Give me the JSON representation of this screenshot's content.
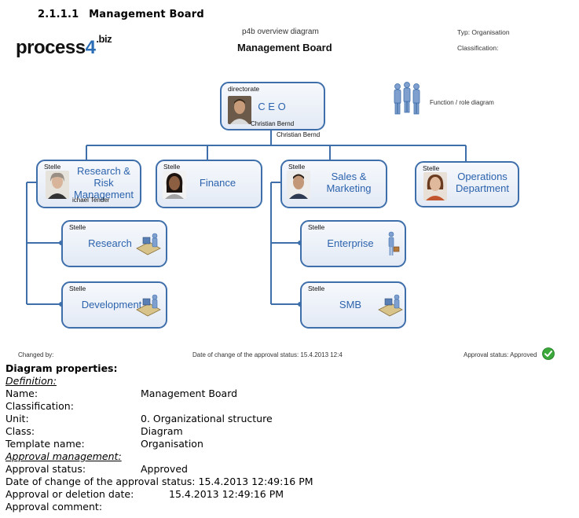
{
  "section": {
    "number": "2.1.1.1",
    "title": "Management Board"
  },
  "logo": {
    "text_main": "process",
    "text_num": "4",
    "text_sup": ".biz"
  },
  "header": {
    "diagram_type": "p4b overview diagram",
    "diagram_title": "Management Board",
    "typ_label": "Typ: Organisation",
    "classification_label": "Classification:"
  },
  "diagram": {
    "ceo": {
      "type": "directorate",
      "label": "C E O",
      "person": "Christian Bernd",
      "person_outside": "Christian Bernd"
    },
    "legend": {
      "label": "Function / role diagram"
    },
    "nodes": {
      "research_risk": {
        "type": "Stelle",
        "label1": "Research &",
        "label2": "Risk",
        "label3": "Management",
        "person": "ichael Tender"
      },
      "finance": {
        "type": "Stelle",
        "label": "Finance"
      },
      "sales": {
        "type": "Stelle",
        "label1": "Sales &",
        "label2": "Marketing"
      },
      "operations": {
        "type": "Stelle",
        "label1": "Operations",
        "label2": "Department"
      },
      "research": {
        "type": "Stelle",
        "label": "Research"
      },
      "development": {
        "type": "Stelle",
        "label": "Development"
      },
      "enterprise": {
        "type": "Stelle",
        "label": "Enterprise"
      },
      "smb": {
        "type": "Stelle",
        "label": "SMB"
      }
    },
    "colors": {
      "line": "#3f6fab",
      "label": "#2c63ad",
      "approved": "#3aa83a"
    }
  },
  "footer": {
    "changed_by": "Changed by:",
    "date_change": "Date of change of the approval status: 15.4.2013 12:4 ",
    "approval_status": "Approval status: Approved"
  },
  "properties": {
    "title": "Diagram properties:",
    "definition_heading": "Definition:",
    "name_key": "Name:",
    "name_val": "Management Board",
    "classification_key": "Classification:",
    "classification_val": "",
    "unit_key": "Unit:",
    "unit_val": "0. Organizational structure",
    "class_key": "Class:",
    "class_val": "Diagram",
    "template_key": "Template name:",
    "template_val": "Organisation",
    "approval_heading": "Approval management:",
    "status_key": "Approval status:",
    "status_val": "Approved",
    "date_change_line": "Date of change of the approval status: 15.4.2013 12:49:16 PM",
    "deletion_key": "Approval or deletion date:",
    "deletion_val": "15.4.2013 12:49:16 PM",
    "comment_key": "Approval comment:"
  }
}
